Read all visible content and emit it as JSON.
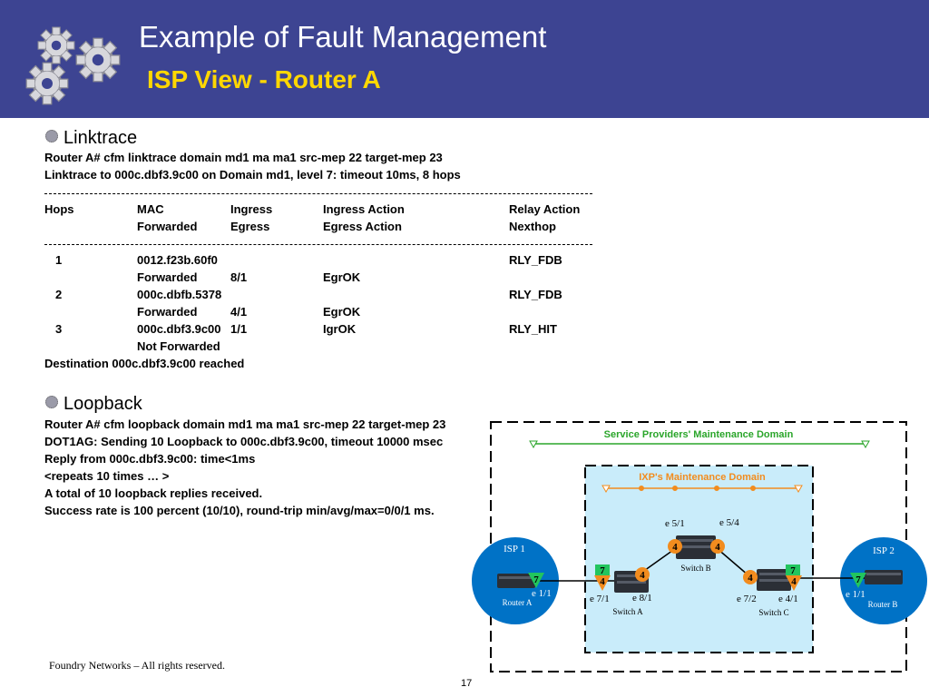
{
  "header": {
    "title": "Example of Fault Management",
    "subtitle": "ISP View - Router A"
  },
  "linktrace": {
    "heading": "Linktrace",
    "lines": [
      "Router A# cfm linktrace domain md1 ma ma1 src-mep 22 target-mep 23",
      "Linktrace to 000c.dbf3.9c00 on Domain md1, level 7: timeout 10ms, 8 hops"
    ],
    "table_header": [
      [
        "Hops",
        "MAC",
        "Ingress",
        "Ingress Action",
        "Relay Action"
      ],
      [
        "",
        "Forwarded",
        "Egress",
        "Egress Action",
        "Nexthop"
      ]
    ],
    "rows": [
      [
        "1",
        "0012.f23b.60f0",
        "",
        "",
        "RLY_FDB"
      ],
      [
        "",
        "Forwarded",
        "8/1",
        "EgrOK",
        ""
      ],
      [
        "2",
        "000c.dbfb.5378",
        "",
        "",
        "RLY_FDB"
      ],
      [
        "",
        "Forwarded",
        "4/1",
        "EgrOK",
        ""
      ],
      [
        "3",
        "000c.dbf3.9c00",
        "1/1",
        "IgrOK",
        "RLY_HIT"
      ],
      [
        "",
        "Not Forwarded",
        "",
        "",
        ""
      ]
    ],
    "destination": "Destination 000c.dbf3.9c00 reached"
  },
  "loopback": {
    "heading": "Loopback",
    "lines": [
      "Router A# cfm loopback domain md1 ma ma1 src-mep 22 target-mep 23",
      "DOT1AG: Sending 10  Loopback to 000c.dbf3.9c00, timeout 10000 msec",
      "Reply from 000c.dbf3.9c00: time<1ms",
      "<repeats 10 times … >",
      "A total of 10 loopback replies received.",
      "Success rate is 100 percent (10/10), round-trip min/avg/max=0/0/1 ms."
    ]
  },
  "diagram": {
    "sp_domain": "Service Providers' Maintenance Domain",
    "ixp_domain": "IXP's Maintenance Domain",
    "isp1": "ISP 1",
    "isp2": "ISP 2",
    "router_a": "Router A",
    "router_b": "Router B",
    "switch_a": "Switch A",
    "switch_b": "Switch B",
    "switch_c": "Switch C",
    "ports": {
      "ra_e11": "e 1/1",
      "sa_e71": "e 7/1",
      "sa_e81": "e 8/1",
      "sb_e51": "e 5/1",
      "sb_e54": "e 5/4",
      "sc_e72": "e 7/2",
      "sc_e41": "e 4/1",
      "rb_e11": "e 1/1"
    },
    "levels": {
      "seven": "7",
      "four": "4"
    },
    "colors": {
      "sp_line": "#2aa52a",
      "ixp_line": "#f28c1e",
      "ixp_bg": "#c9ecfa",
      "isp_circle": "#0072c6",
      "mep_green": "#22c55e",
      "mip_orange": "#f28c1e"
    }
  },
  "footer": {
    "copyright": "Foundry Networks – All rights reserved.",
    "page": "17"
  }
}
